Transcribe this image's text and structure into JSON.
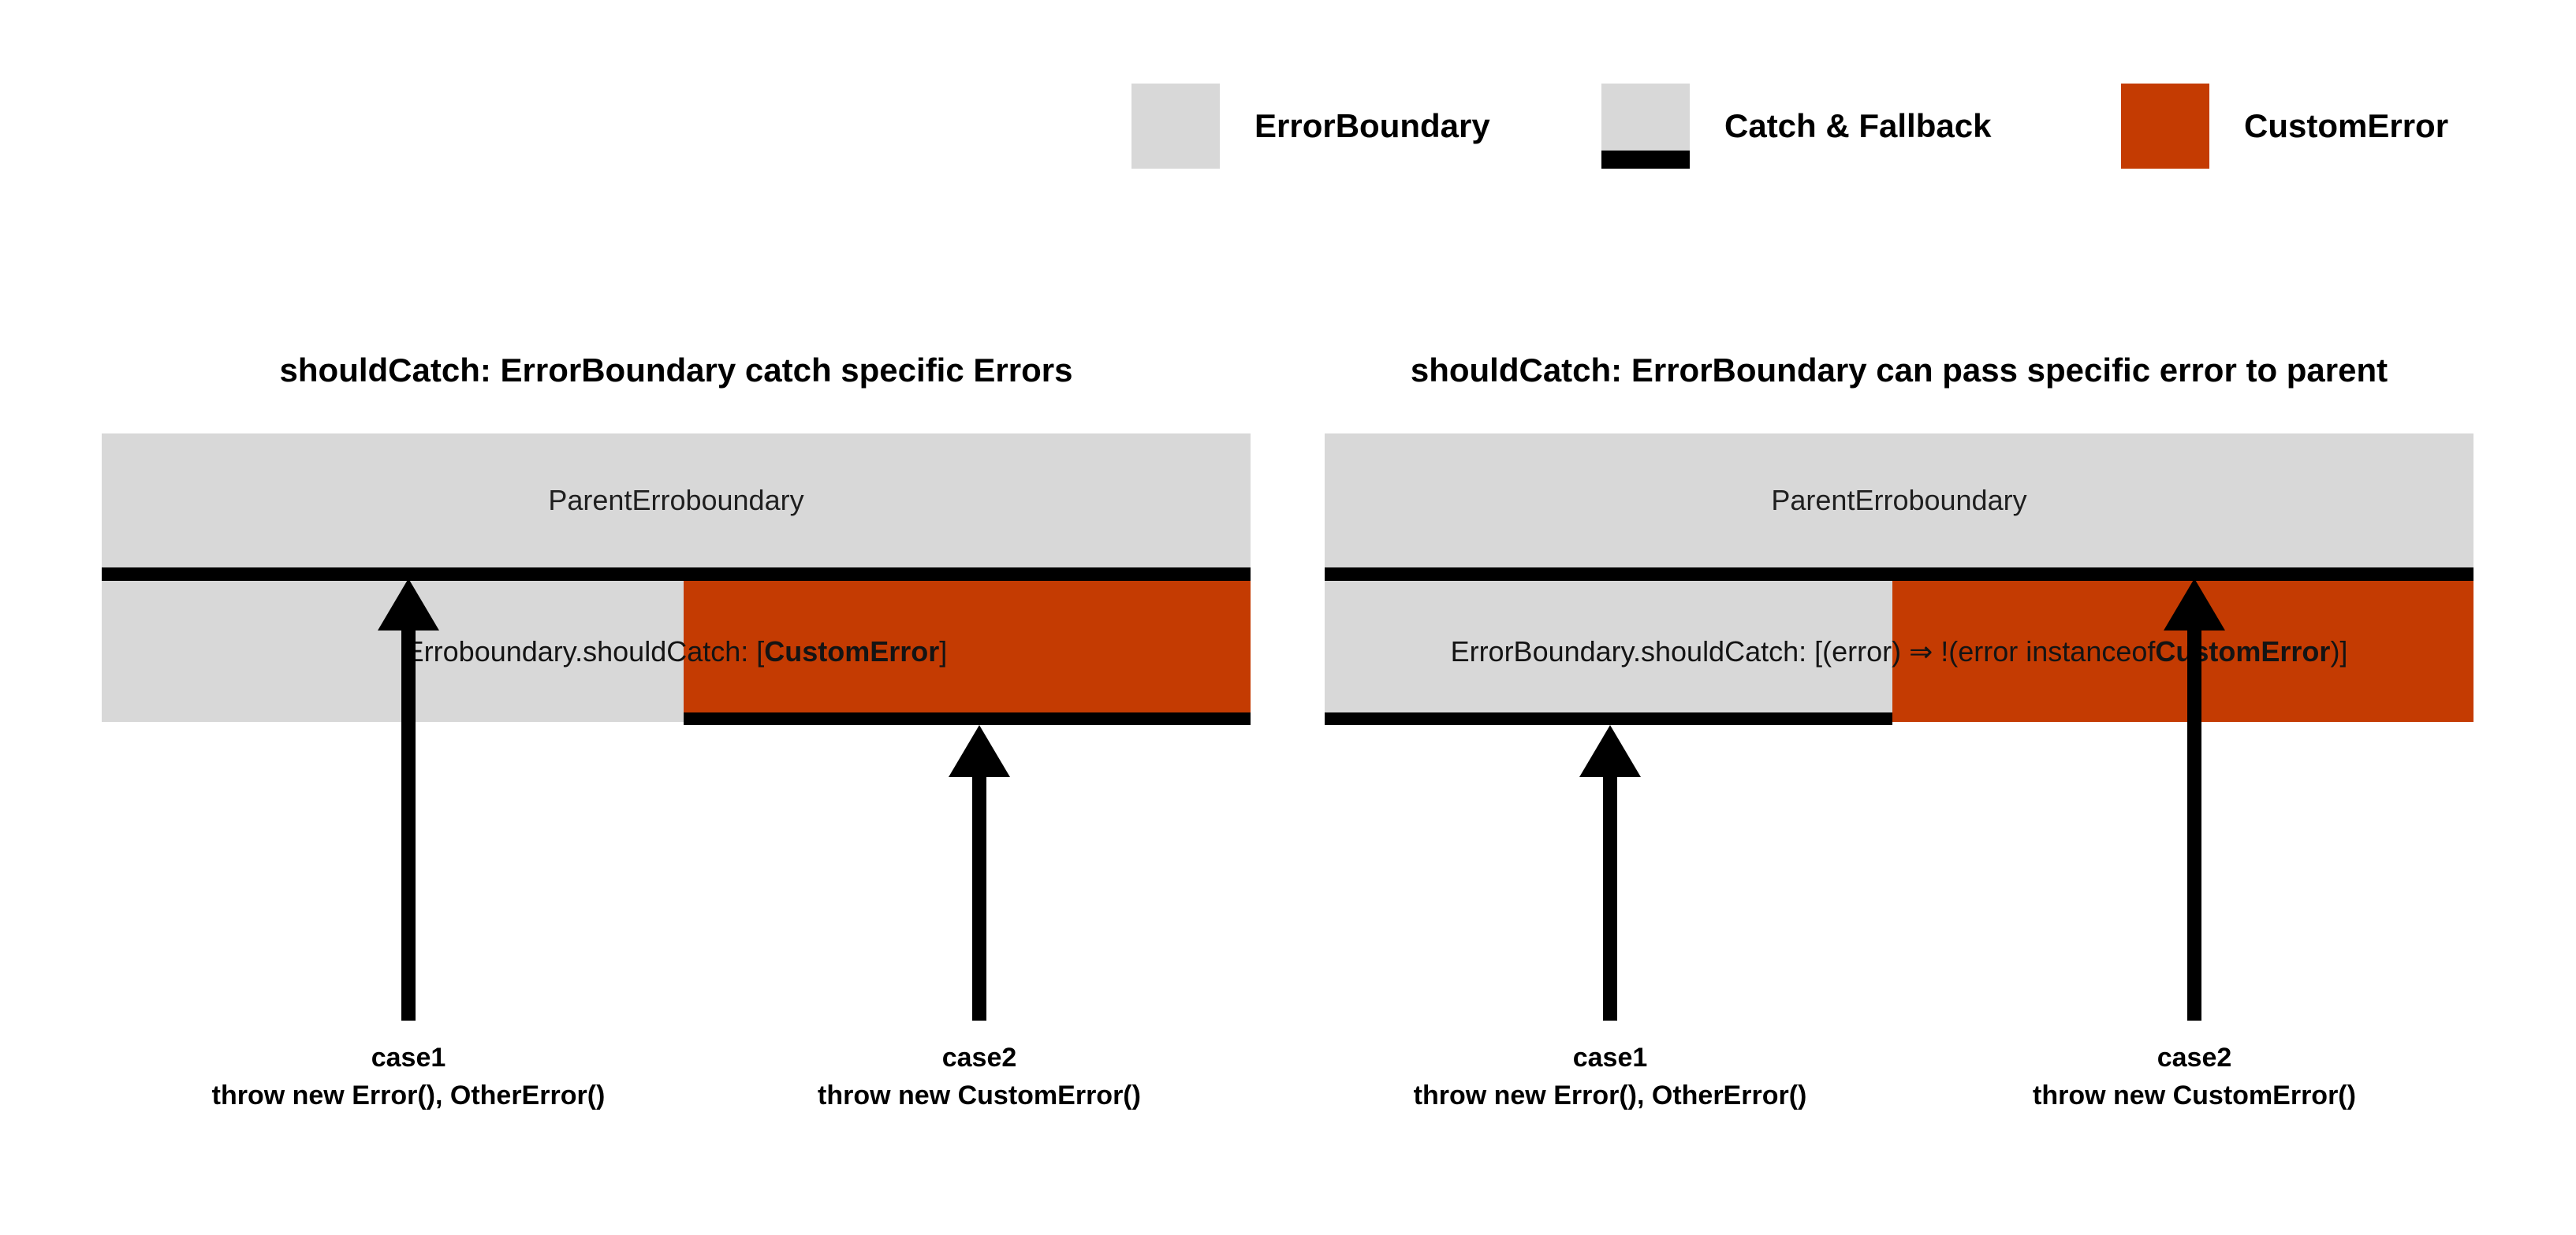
{
  "colors": {
    "box_gray": "#d8d8d8",
    "custom_error_orange": "#c43b02",
    "bar_black": "#000000"
  },
  "legend": {
    "items": [
      {
        "label": "ErrorBoundary",
        "swatch": "gray-box"
      },
      {
        "label": "Catch & Fallback",
        "swatch": "gray-box-black-bottom-bar"
      },
      {
        "label": "CustomError",
        "swatch": "orange-box"
      }
    ]
  },
  "diagrams": [
    {
      "title": "shouldCatch: ErrorBoundary catch specific Errors",
      "parent_box_label": "ParentErroboundary",
      "child_box_text": {
        "prefix": "Erroboundary.shouldCatch: [",
        "bold": "CustomError",
        "suffix": "]"
      },
      "cases": [
        {
          "name": "case1",
          "code": "throw new Error(), OtherError()"
        },
        {
          "name": "case2",
          "code": "throw new CustomError()"
        }
      ]
    },
    {
      "title": "shouldCatch: ErrorBoundary can pass specific error to parent",
      "parent_box_label": "ParentErroboundary",
      "child_box_text": {
        "prefix": "ErrorBoundary.shouldCatch: [(error) ⇒ !(error instanceof ",
        "bold": "CustomError",
        "suffix": ")]"
      },
      "cases": [
        {
          "name": "case1",
          "code": "throw new Error(), OtherError()"
        },
        {
          "name": "case2",
          "code": "throw new CustomError()"
        }
      ]
    }
  ]
}
